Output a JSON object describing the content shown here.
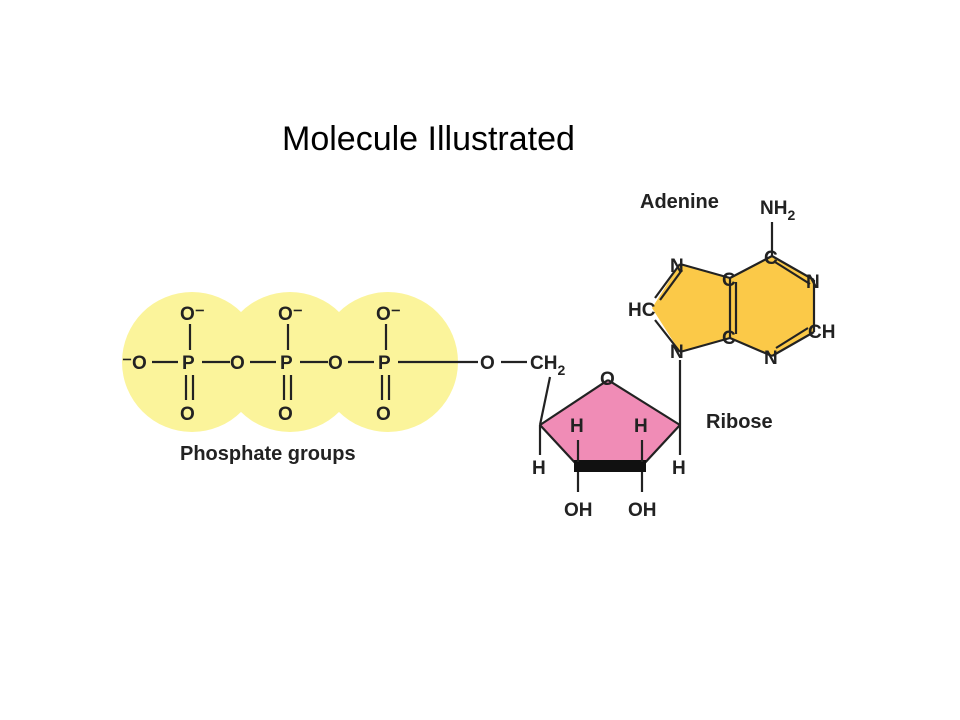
{
  "title": "Molecule Illustrated",
  "labels": {
    "phosphate_groups": "Phosphate groups",
    "ribose": "Ribose",
    "adenine": "Adenine"
  },
  "atoms": {
    "o_minus_left": "⁻O",
    "o_minus": "O⁻",
    "p": "P",
    "o": "O",
    "ch2": "CH",
    "sub2": "2",
    "h": "H",
    "oh": "OH",
    "nh2": "NH",
    "n": "N",
    "c": "C",
    "hc": "HC",
    "ch": "CH"
  },
  "colors": {
    "phosphate_fill": "#fbf49b",
    "ribose_fill": "#f08cb6",
    "adenine_fill": "#fbc948",
    "ink": "#222222"
  }
}
